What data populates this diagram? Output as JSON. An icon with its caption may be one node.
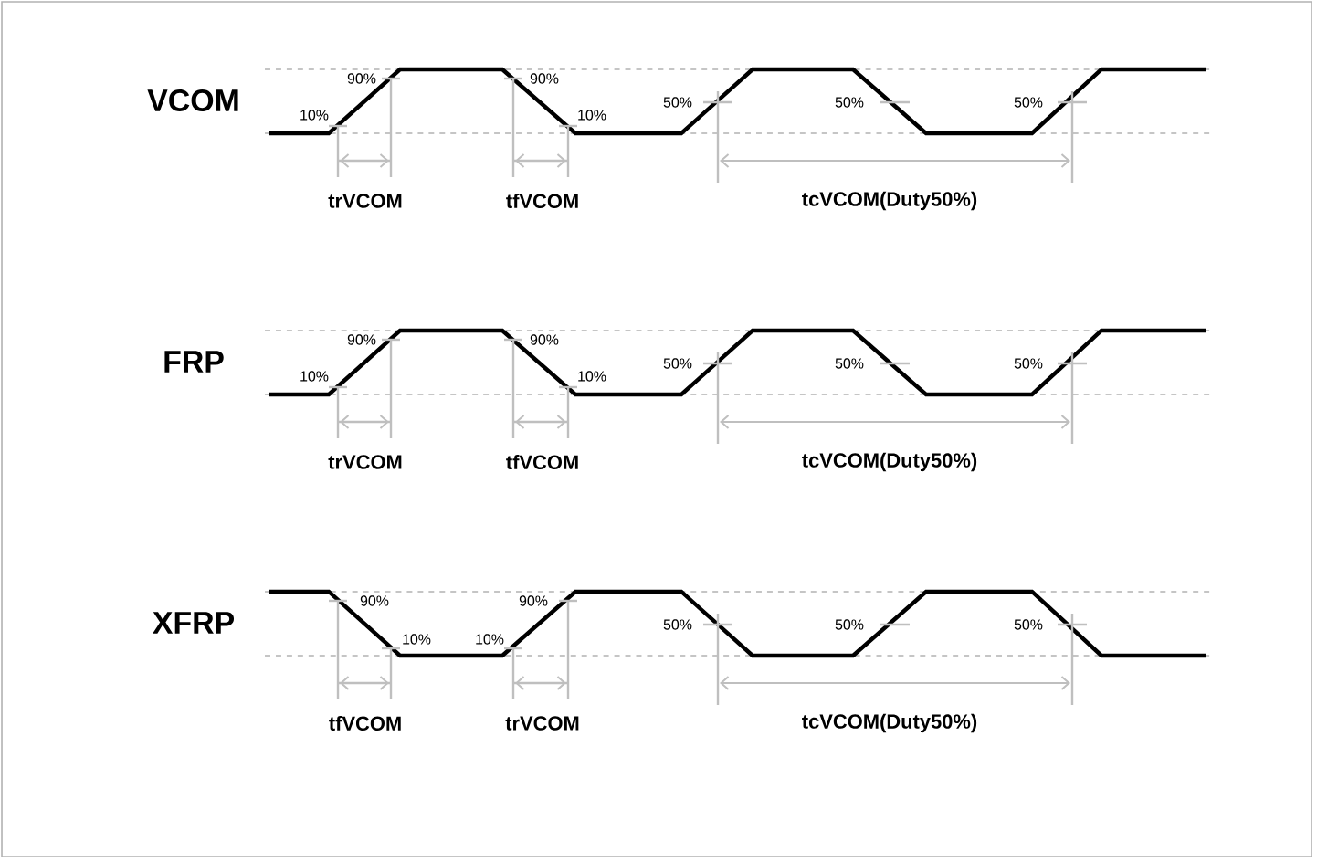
{
  "diagram": {
    "labels": [
      "VCOM",
      "90%",
      "90%",
      "50%",
      "50%",
      "50%",
      "10%",
      "10%",
      "trVCOM",
      "tfVCOM",
      "tcVCOM(Duty50%)",
      "FRP",
      "90%",
      "90%",
      "50%",
      "50%",
      "50%",
      "10%",
      "10%",
      "trVCOM",
      "tfVCOM",
      "tcVCOM(Duty50%)",
      "XFRP",
      "90%",
      "90%",
      "50%",
      "50%",
      "50%",
      "10%",
      "10%",
      "tfVCOM",
      "trVCOM",
      "tcVCOM(Duty50%)"
    ]
  }
}
